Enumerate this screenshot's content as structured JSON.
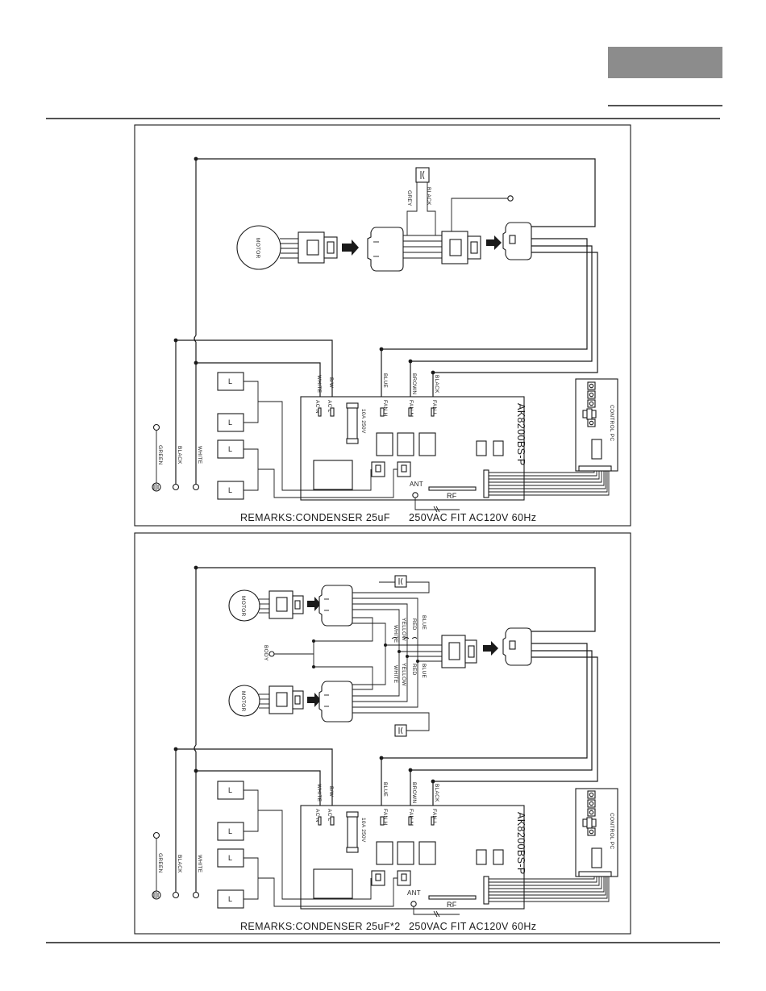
{
  "header": {
    "tab_color": "#8c8c8c"
  },
  "diagram_1": {
    "motor_label": "MOTOR",
    "wire_grey": "GREY",
    "wire_black": "BLACK",
    "term_wb": "WHITE",
    "term_bw": "B/W",
    "term_blue": "BLUE",
    "term_brown": "BROWN",
    "term_black": "BLACK",
    "ac_n": "AC N",
    "ac_l": "AC L",
    "fan_h": "FAN H",
    "fan_m": "FAN M",
    "fan_l": "FAN L",
    "fuse": "10A 250V",
    "lamp_l": "L",
    "board": "AK8200BS-P",
    "control": "CONTROL PC",
    "ant": "ANT",
    "rf": "RF",
    "green": "GREEN",
    "black": "BLACK",
    "white": "WHITE",
    "remarks": "REMARKS:CONDENSER 25uF",
    "remarks_tail": "250VAC FIT AC120V 60Hz"
  },
  "diagram_2": {
    "motor_label": "MOTOR",
    "body": "BODY",
    "wire_white": "WHITE",
    "wire_yellow": "YELLOW",
    "wire_red": "RED",
    "wire_blue": "BLUE",
    "term_wb": "WHITE",
    "term_bw": "B/W",
    "term_blue": "BLUE",
    "term_brown": "BROWN",
    "term_black": "BLACK",
    "ac_n": "AC N",
    "ac_l": "AC L",
    "fan_h": "FAN H",
    "fan_m": "FAN M",
    "fan_l": "FAN L",
    "fuse": "10A 250V",
    "lamp_l": "L",
    "board": "AK8200BS-P",
    "control": "CONTROL PC",
    "ant": "ANT",
    "rf": "RF",
    "green": "GREEN",
    "black": "BLACK",
    "white": "WHITE",
    "remarks": "REMARKS:CONDENSER 25uF*2",
    "remarks_tail": "250VAC FIT AC120V 60Hz"
  }
}
